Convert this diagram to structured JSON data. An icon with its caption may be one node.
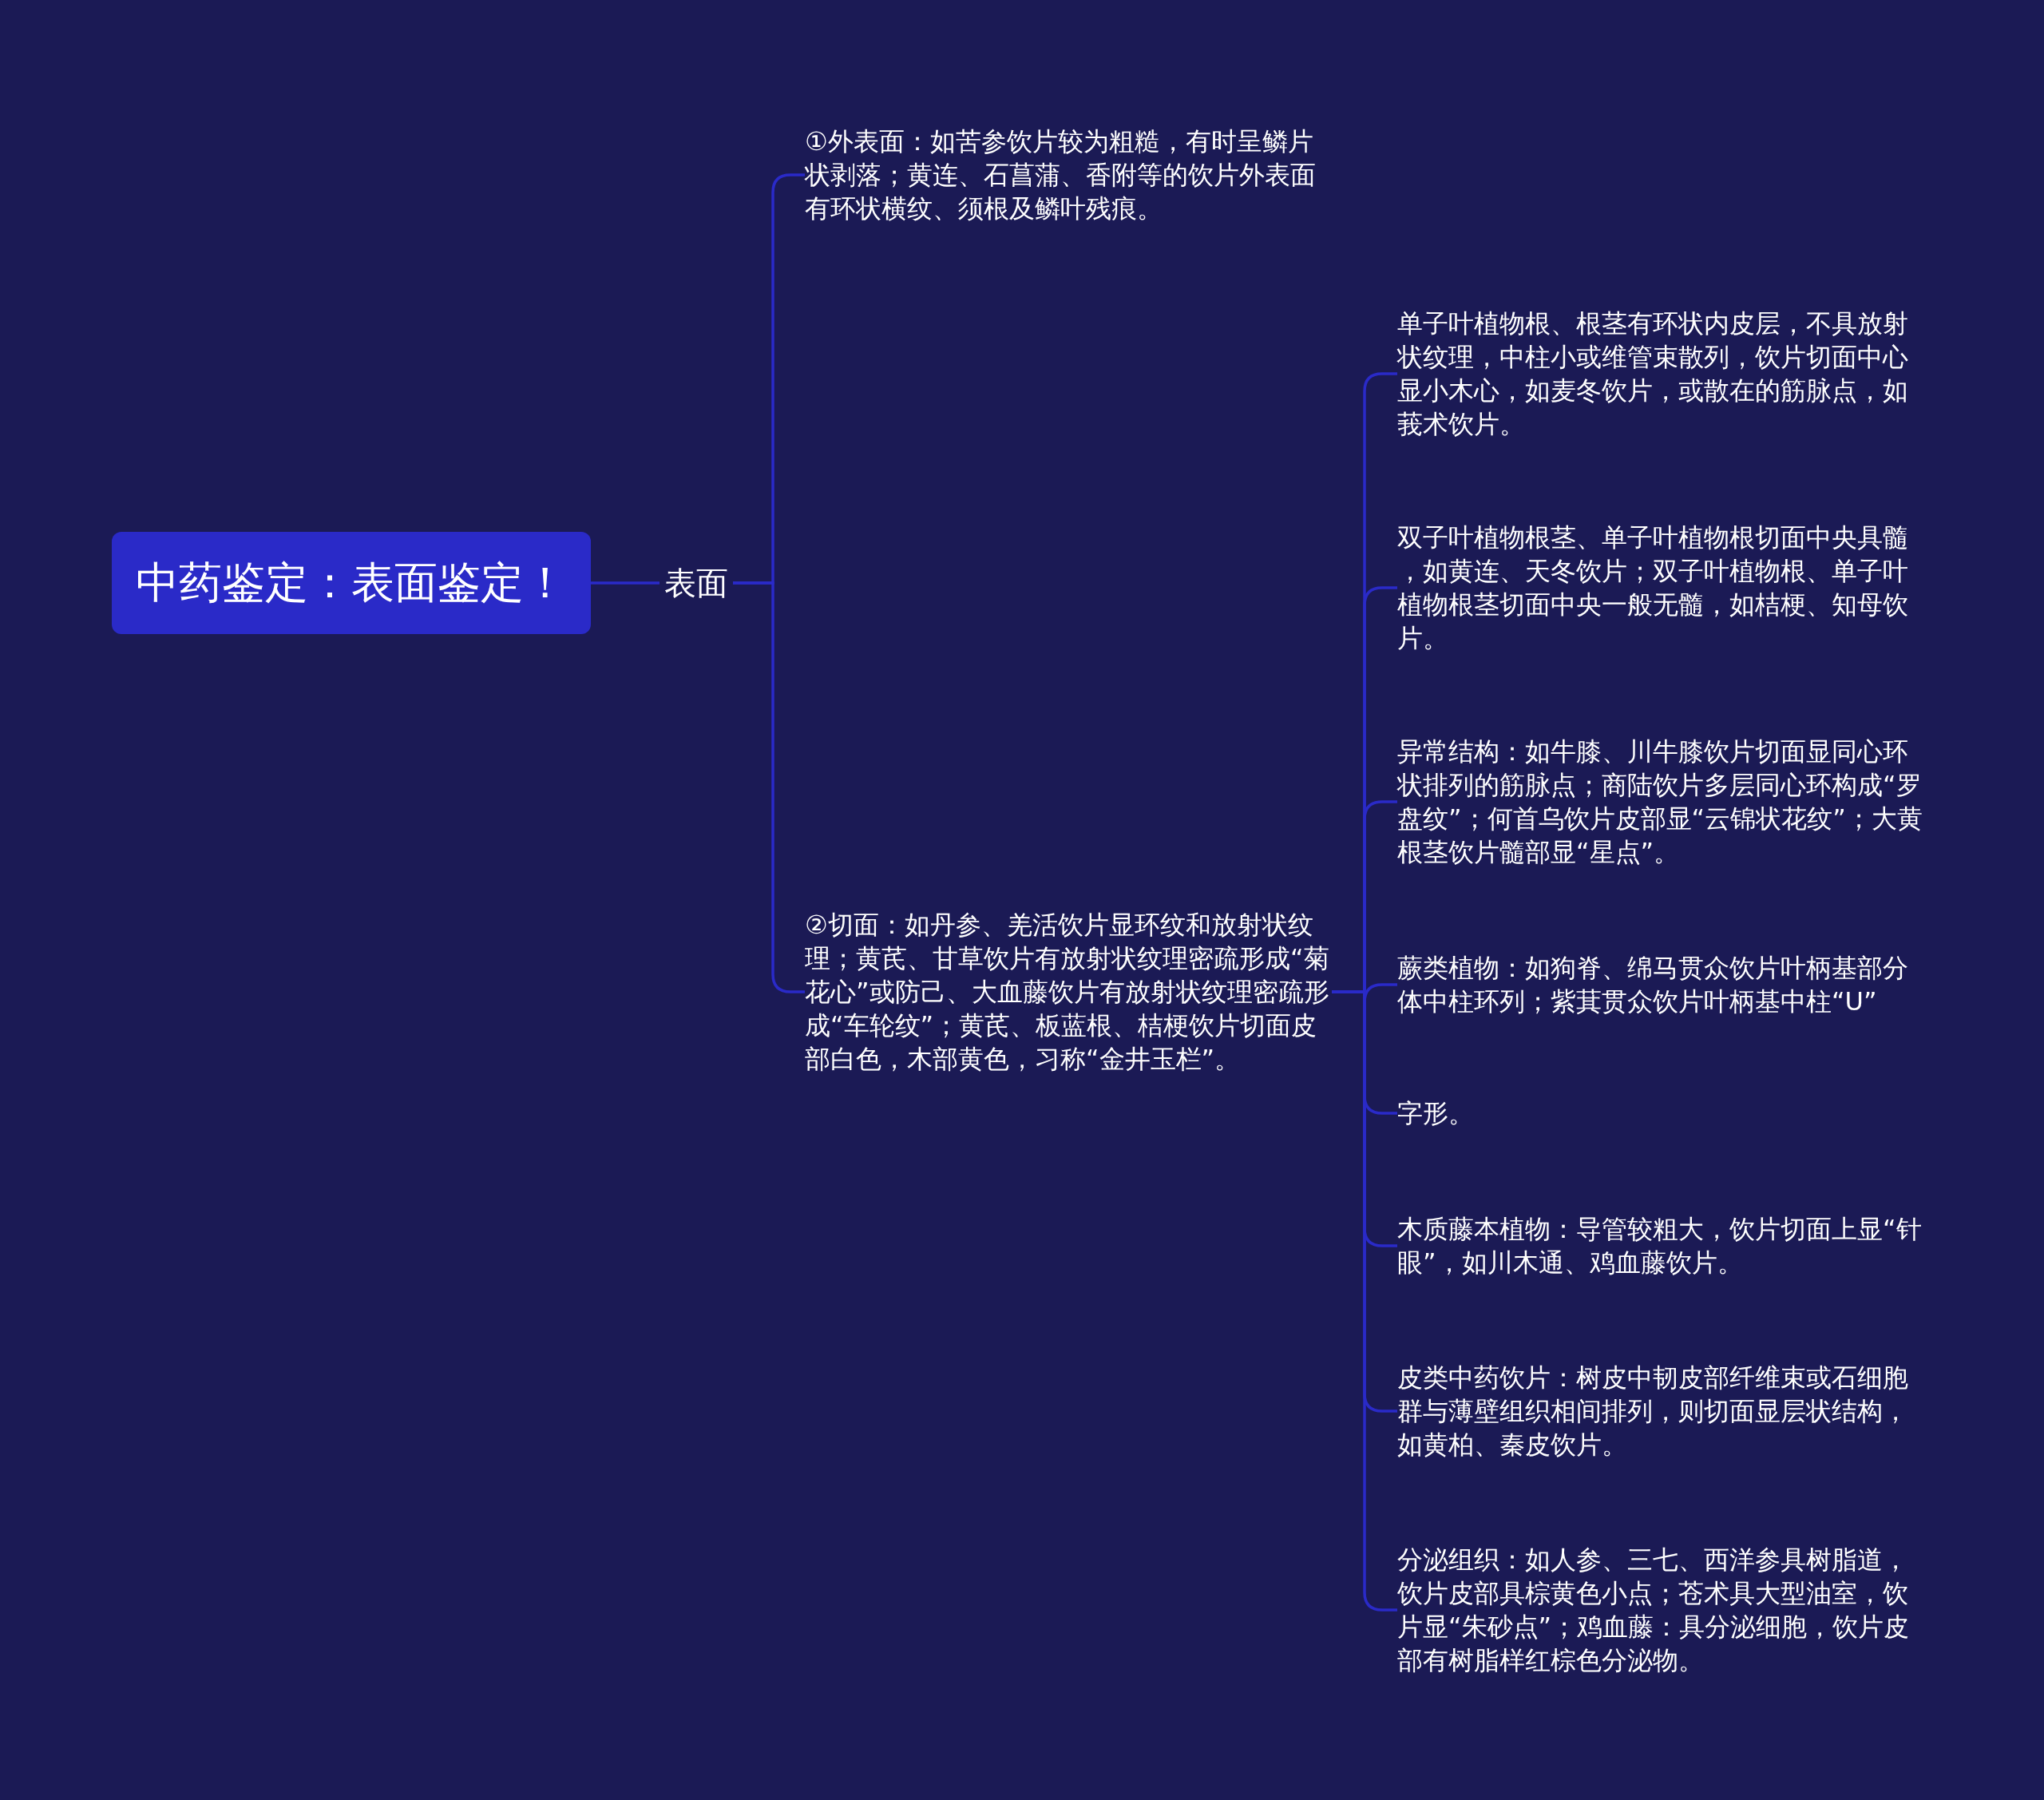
{
  "diagram": {
    "nodes": [
      {
        "text": [
          "中药鉴定：表面鉴定！"
        ]
      },
      {
        "text": [
          "表面"
        ]
      },
      {
        "text": [
          "①外表面：如苦参饮片较为粗糙，有时呈鳞片状剥落；黄连、石菖蒲、香附等的饮片外表面有环状横纹、须根及鳞叶残痕。"
        ]
      },
      {
        "text": [
          "②切面：如丹参、羌活饮片显环纹和放射状纹理；黄芪、甘草饮片有放射状纹理密疏形成“菊花心”或防己、大血藤饮片有放射状纹理密疏形成“车轮纹”；黄芪、板蓝根、桔梗饮片切面皮部白色，木部黄色，习称“金井玉栏”。"
        ]
      },
      {
        "text": [
          "单子叶植物根、根茎有环状内皮层，不具放射状纹理，中柱小或维管束散列，饮片切面中心显小木心，如麦冬饮片，或散在的筋脉点，如莪术饮片。"
        ]
      },
      {
        "text": [
          "双子叶植物根茎、单子叶植物根切面中央具髓，如黄连、天冬饮片；双子叶植物根、单子叶植物根茎切面中央一般无髓，如桔梗、知母饮片。"
        ]
      },
      {
        "text": [
          "异常结构：如牛膝、川牛膝饮片切面显同心环状排列的筋脉点；商陆饮片多层同心环构成“罗盘纹”；何首乌饮片皮部显“云锦状花纹”；大黄根茎饮片髓部显“星点”。"
        ]
      },
      {
        "text": [
          "蕨类植物：如狗脊、绵马贯众饮片叶柄基部分体中柱环列；紫萁贯众饮片叶柄基中柱“U”"
        ]
      },
      {
        "text": [
          "字形。"
        ]
      },
      {
        "text": [
          "木质藤本植物：导管较粗大，饮片切面上显“针眼”，如川木通、鸡血藤饮片。"
        ]
      },
      {
        "text": [
          "皮类中药饮片：树皮中韧皮部纤维束或石细胞群与薄壁组织相间排列，则切面显层状结构，如黄柏、秦皮饮片。"
        ]
      },
      {
        "text": [
          "分泌组织：如人参、三七、西洋参具树脂道，饮片皮部具棕黄色小点；苍术具大型油室，饮片显“朱砂点”；鸡血藤：具分泌细胞，饮片皮部有树脂样红棕色分泌物。"
        ]
      }
    ],
    "edges": [
      {
        "from": 0,
        "to": 1,
        "arrow": "none"
      },
      {
        "from": 1,
        "to": 2,
        "arrow": "none"
      },
      {
        "from": 1,
        "to": 3,
        "arrow": "none"
      },
      {
        "from": 3,
        "to": 4,
        "arrow": "none"
      },
      {
        "from": 3,
        "to": 5,
        "arrow": "none"
      },
      {
        "from": 3,
        "to": 6,
        "arrow": "none"
      },
      {
        "from": 3,
        "to": 7,
        "arrow": "none"
      },
      {
        "from": 3,
        "to": 8,
        "arrow": "none"
      },
      {
        "from": 3,
        "to": 9,
        "arrow": "none"
      },
      {
        "from": 3,
        "to": 10,
        "arrow": "none"
      },
      {
        "from": 3,
        "to": 11,
        "arrow": "none"
      }
    ]
  }
}
